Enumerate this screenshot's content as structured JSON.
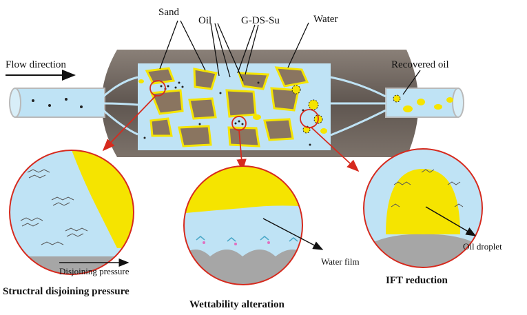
{
  "labels": {
    "flow_direction": "Flow direction",
    "sand": "Sand",
    "oil": "Oil",
    "surfactant": "G-DS-Su",
    "water": "Water",
    "recovered_oil": "Recovered oil",
    "disjoining_pressure": "Disjoining pressure",
    "water_film": "Water film",
    "oil_droplet": "Oil droplet"
  },
  "captions": {
    "left": "Structral disjoining pressure",
    "middle": "Wettability alteration",
    "right": "IFT reduction"
  },
  "colors": {
    "rock": "#6e645c",
    "water": "#bfe3f5",
    "oil": "#f5e400",
    "grain": "#8a7560",
    "substrate": "#a6a6a6",
    "arrow_red": "#d62a1e"
  }
}
